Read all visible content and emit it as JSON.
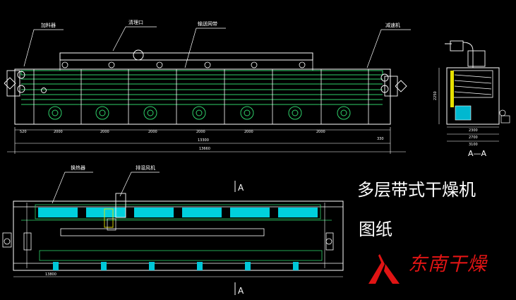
{
  "title": {
    "line1": "多层带式干燥机",
    "line2": "图纸"
  },
  "brand": {
    "name": "东南干燥",
    "color": "#e01414",
    "logo_icon": "person-logo-icon"
  },
  "front_view": {
    "callouts": [
      "加料器",
      "清理口",
      "输送网带",
      "减速机"
    ],
    "segment_dims": [
      "520",
      "2000",
      "2000",
      "2000",
      "2000",
      "2000",
      "2000",
      "330"
    ],
    "overall_dim": "13300",
    "overall_dim_outer": "13660"
  },
  "side_view": {
    "height_dim": "2250",
    "width_dims": [
      "2300",
      "2700",
      "3100"
    ],
    "section_label": "A—A"
  },
  "plan_view": {
    "callouts": [
      "换热器",
      "排湿风机"
    ],
    "overall_dim": "13800",
    "section_marker": "A"
  },
  "colors": {
    "background": "#000000",
    "line_green": "#2fd06a",
    "line_white": "#ffffff",
    "line_cyan": "#00d8e8",
    "line_yellow": "#e6e000",
    "line_red": "#e02020",
    "line_magenta": "#d040d0"
  }
}
